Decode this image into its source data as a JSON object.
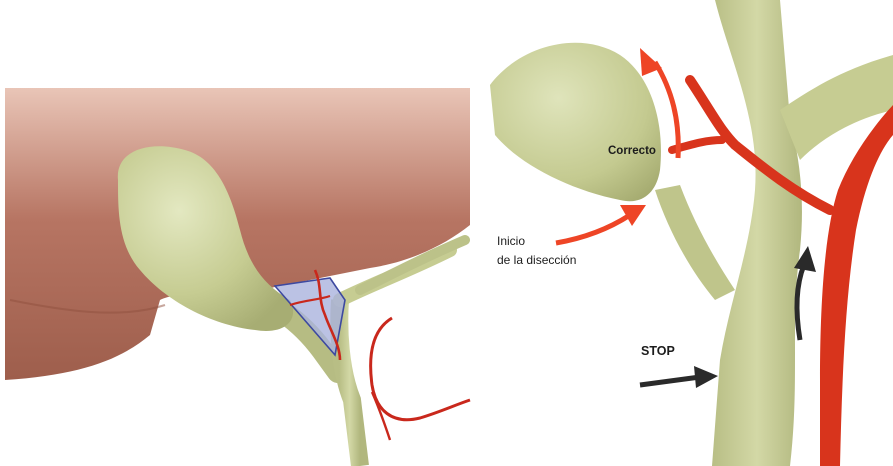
{
  "labels": {
    "correcto": "Correcto",
    "inicio_line1": "Inicio",
    "inicio_line2": "de la disección",
    "stop": "STOP"
  },
  "colors": {
    "liver": "#b6735f",
    "gallbladder": "#c9cf98",
    "duct": "#c6cc95",
    "artery": "#d8341c",
    "arrow_red": "#ee4526",
    "arrow_dark": "#2a2a2a",
    "triangle_fill": "#aab3dd",
    "triangle_stroke": "#3d49a0"
  },
  "icons": [
    "arrow-red",
    "arrow-dark"
  ]
}
